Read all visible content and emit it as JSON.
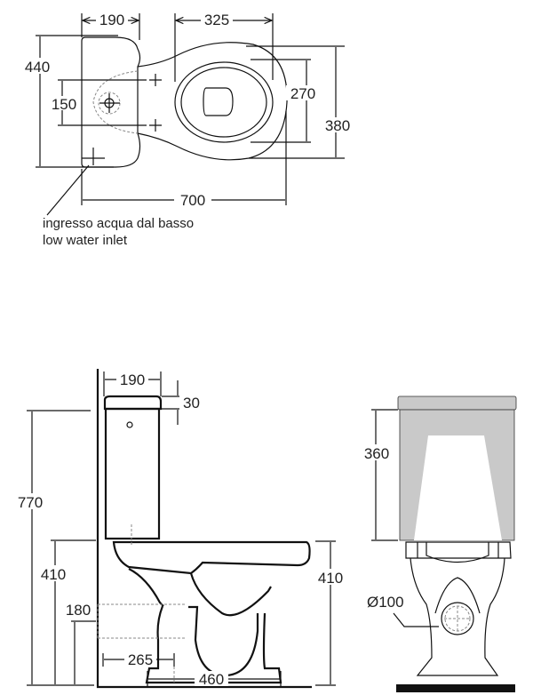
{
  "top_view": {
    "dimensions": {
      "tank_depth": "190",
      "bowl_opening": "325",
      "overall_width": "440",
      "fixing_spacing": "150",
      "seat_width": "270",
      "bowl_width": "380",
      "overall_length": "700"
    },
    "note_it": "ingresso acqua dal basso",
    "note_en": "low water inlet"
  },
  "side_view": {
    "dimensions": {
      "tank_depth": "190",
      "lid_height": "30",
      "overall_height": "770",
      "rim_height_left": "410",
      "inlet_height": "180",
      "rim_height_right": "410",
      "outlet_distance": "265",
      "bowl_projection": "460"
    }
  },
  "front_view": {
    "dimensions": {
      "tank_height": "360",
      "outlet_diameter": "Ø100"
    },
    "colors": {
      "tank_fill": "#c9c9c9"
    }
  }
}
